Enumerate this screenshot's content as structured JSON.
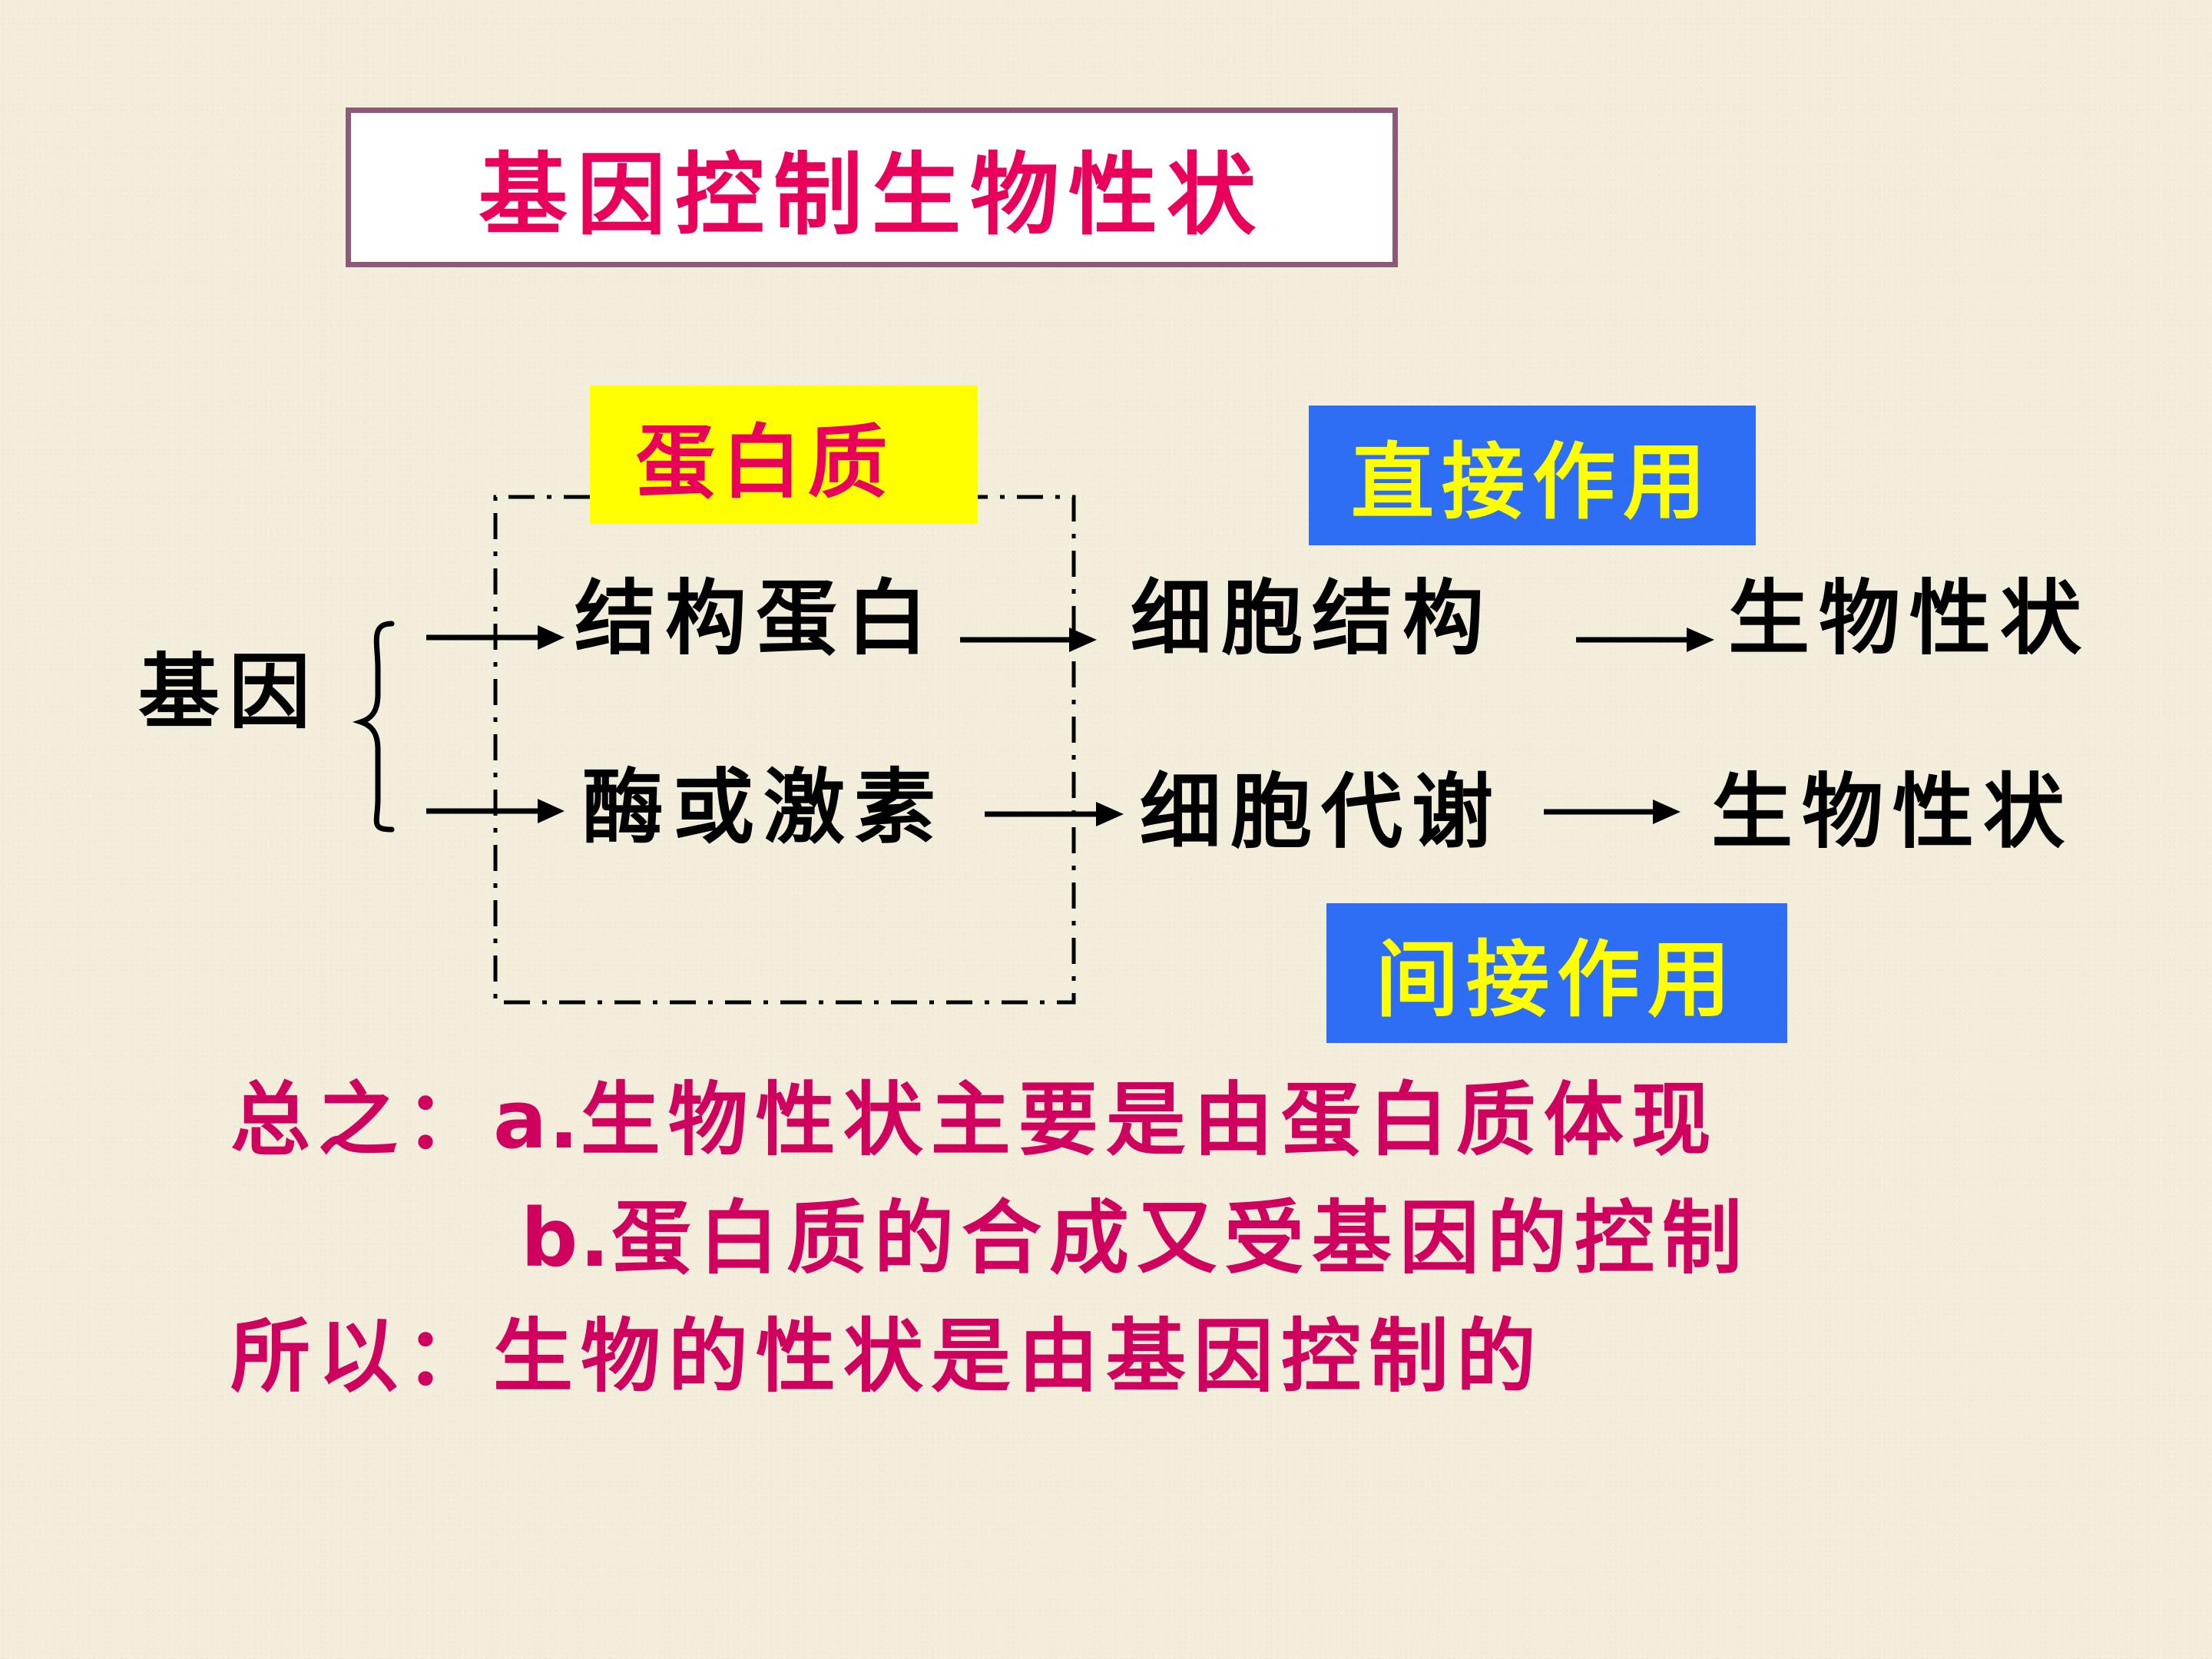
{
  "title": "基因控制生物性状",
  "labels": {
    "protein": "蛋白质",
    "direct_effect": "直接作用",
    "indirect_effect": "间接作用"
  },
  "nodes": {
    "gene": "基因",
    "structural_protein": "结构蛋白",
    "cell_structure": "细胞结构",
    "trait_1": "生物性状",
    "enzyme_hormone": "酶或激素",
    "cell_metabolism": "细胞代谢",
    "trait_2": "生物性状"
  },
  "summary": {
    "line1_lead": "总之：",
    "line1_marker": "a.",
    "line1_text": "生物性状主要是由蛋白质体现",
    "line2_marker": "b.",
    "line2_text": "蛋白质的合成又受基因的控制",
    "line3_lead": "所以：",
    "line3_text": "生物的性状是由基因控制的"
  },
  "colors": {
    "background": "#f2eedb",
    "title_text": "#e8005a",
    "title_border": "#8c5a78",
    "protein_box_bg": "#ffff00",
    "effect_box_bg": "#2d6ef5",
    "effect_box_text": "#ffff00",
    "summary_text": "#d0005f"
  }
}
